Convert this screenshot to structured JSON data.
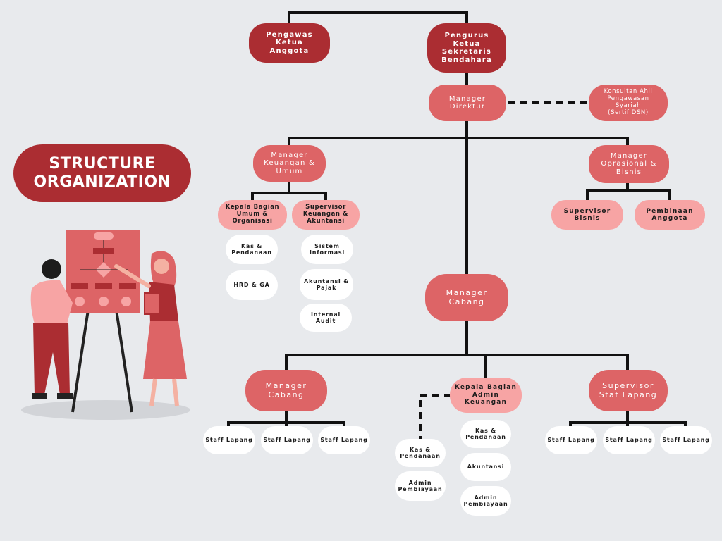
{
  "title": {
    "line1": "STRUCTURE",
    "line2": "ORGANIZATION"
  },
  "nodes": {
    "pengawas": "Pengawas\nKetua\nAnggota",
    "pengurus": "Pengurus\nKetua\nSekretaris\nBendahara",
    "manager_direktur": "Manager\nDirektur",
    "konsultan": "Konsultan Ahli\nPengawasan\nSyariah\n(Sertif DSN)",
    "manager_keuangan": "Manager\nKeuangan &\nUmum",
    "manager_opr": "Manager\nOprasional &\nBisnis",
    "kabag_umum": "Kepala Bagian\nUmum &\nOrganisasi",
    "supervisor_keu": "Supervisor\nKeuangan &\nAkuntansi",
    "supervisor_bisnis": "Supervisor\nBisnis",
    "pembinaan": "Pembinaan\nAnggota",
    "kas_pendanaan_1": "Kas &\nPendanaan",
    "hrd": "HRD & GA",
    "sistem_info": "Sistem\nInformasi",
    "akuntansi_pajak": "Akuntansi &\nPajak",
    "internal_audit": "Internal\nAudit",
    "manager_cabang_center": "Manager\nCabang",
    "manager_cabang_left": "Manager\nCabang",
    "kabag_admin": "Kepala Bagian\nAdmin\nKeuangan",
    "supervisor_staf": "Supervisor\nStaf Lapang",
    "staff_l1": "Staff Lapang",
    "staff_l2": "Staff Lapang",
    "staff_l3": "Staff Lapang",
    "kas_pendanaan_2": "Kas &\nPendanaan",
    "admin_pembiayaan_1": "Admin\nPembiayaan",
    "kas_pendanaan_3": "Kas &\nPendanaan",
    "akuntansi": "Akuntansi",
    "admin_pembiayaan_2": "Admin\nPembiayaan",
    "staff_r1": "Staff Lapang",
    "staff_r2": "Staff Lapang",
    "staff_r3": "Staff Lapang"
  },
  "colors": {
    "background": "#e8eaed",
    "dark_red": "#ab2d32",
    "mid_red": "#dd6466",
    "light_pink": "#f7a4a4",
    "connector": "#111111"
  },
  "illustration": "presentation-flowchart-illustration"
}
